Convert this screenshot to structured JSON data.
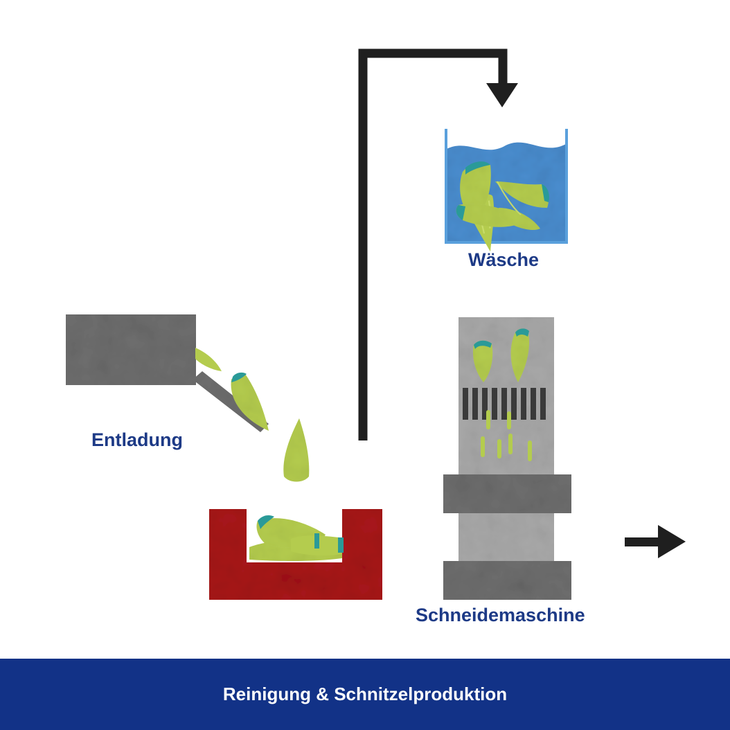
{
  "stations": {
    "entladung": "Entladung",
    "waesche": "Wäsche",
    "schneidemaschine": "Schneidemaschine"
  },
  "footer": {
    "title": "Reinigung & Schnitzelproduktion"
  },
  "colors": {
    "label_text": "#1d3a86",
    "footer_bg": "#123287",
    "footer_text": "#ffffff",
    "arrow": "#1f1f1f",
    "machine_gray": "#6e6e6e",
    "light_gray": "#a8a8a8",
    "water_blue": "#4a8ed0",
    "bin_red": "#a8141a",
    "beet_green": "#b4cc4e",
    "beet_tip": "#2a9a98"
  },
  "icons": {
    "process_arrow": "arrow-right-icon",
    "return_arrow": "arrow-down-icon"
  }
}
